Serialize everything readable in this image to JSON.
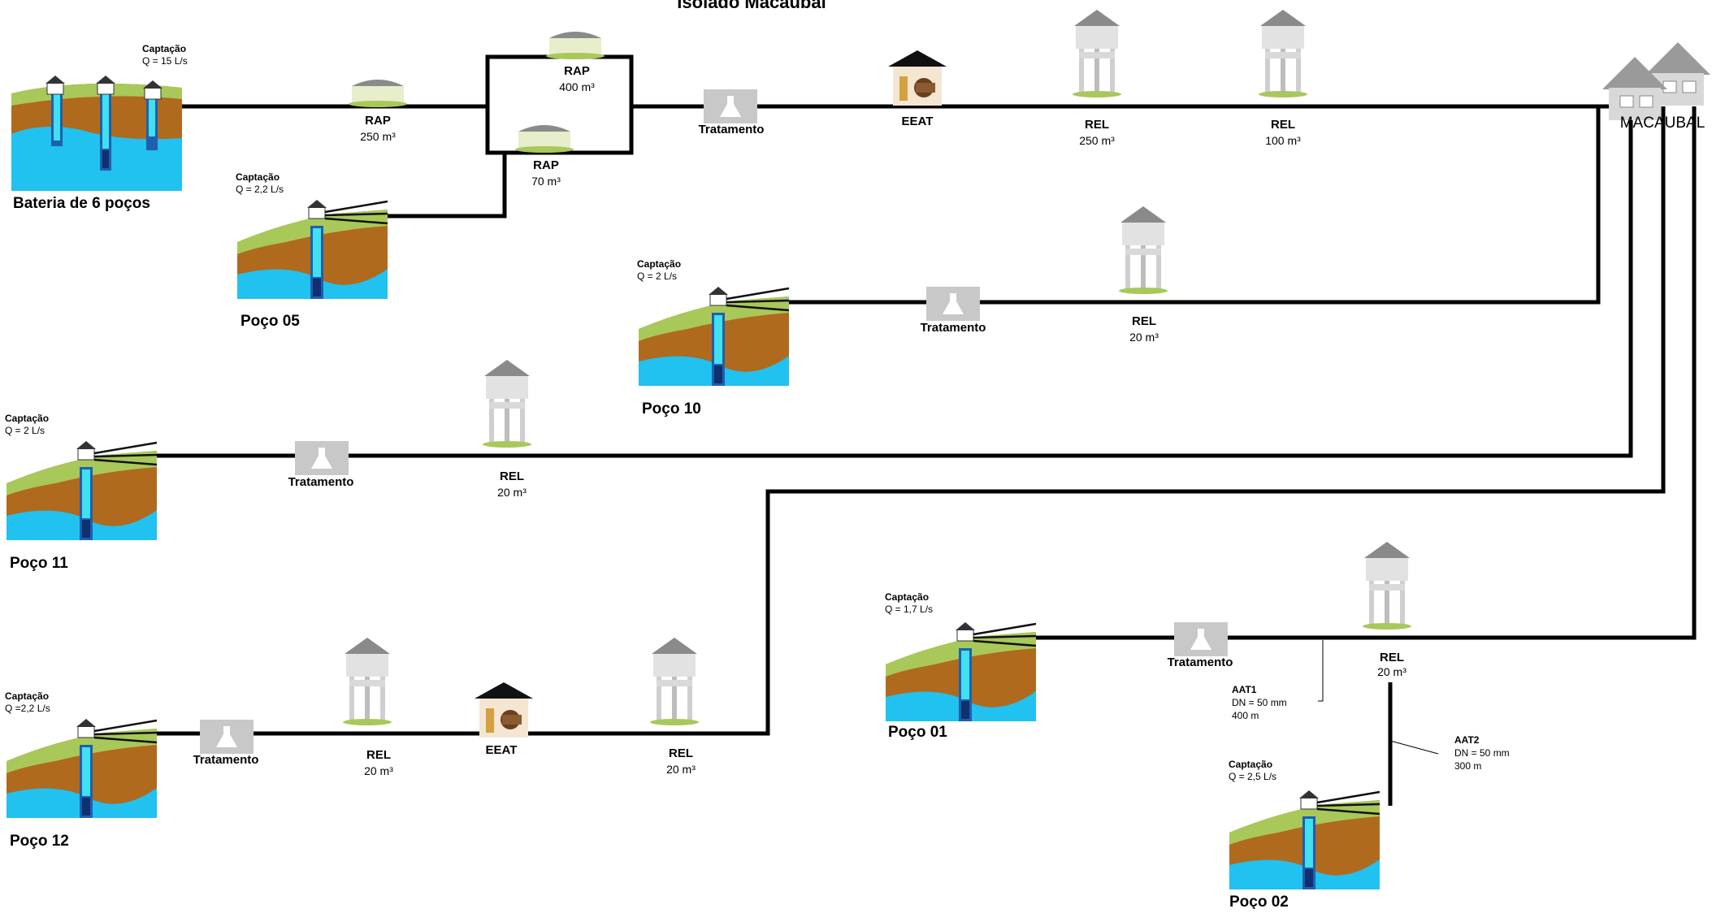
{
  "title_partial": "Isolado Macaubal",
  "colors": {
    "pipe": "#000000",
    "water": "#21c1f0",
    "soil": "#b06a1e",
    "grass": "#a8c85a",
    "tank": "#dadada",
    "roof": "#7f7f7f",
    "treatment_bg": "#c8c8c8"
  },
  "destination": {
    "label": "MACAUBAL",
    "icon": "houses-icon"
  },
  "sources": {
    "bateria": {
      "name": "Bateria de 6 poços",
      "cap_label": "Captação",
      "q": "Q = 15 L/s"
    },
    "poco05": {
      "name": "Poço 05",
      "cap_label": "Captação",
      "q": "Q = 2,2 L/s"
    },
    "poco10": {
      "name": "Poço 10",
      "cap_label": "Captação",
      "q": "Q = 2 L/s"
    },
    "poco11": {
      "name": "Poço 11",
      "cap_label": "Captação",
      "q": "Q = 2 L/s"
    },
    "poco12": {
      "name": "Poço 12",
      "cap_label": "Captação",
      "q": "Q =2,2  L/s"
    },
    "poco01": {
      "name": "Poço 01",
      "cap_label": "Captação",
      "q": "Q = 1,7 L/s"
    },
    "poco02": {
      "name": "Poço 02",
      "cap_label": "Captação",
      "q": "Q = 2,5 L/s"
    }
  },
  "reservoirs": {
    "rap250": {
      "type": "RAP",
      "vol": "250 m³"
    },
    "rap400": {
      "type": "RAP",
      "vol": "400 m³"
    },
    "rap70": {
      "type": "RAP",
      "vol": "70 m³"
    },
    "rel250": {
      "type": "REL",
      "vol": "250 m³"
    },
    "rel100": {
      "type": "REL",
      "vol": "100 m³"
    },
    "rel10": {
      "type": "REL",
      "vol": "20 m³"
    },
    "rel11": {
      "type": "REL",
      "vol": "20 m³"
    },
    "rel12a": {
      "type": "REL",
      "vol": "20 m³"
    },
    "rel12b": {
      "type": "REL",
      "vol": "20 m³"
    },
    "rel01": {
      "type": "REL",
      "vol": "20 m³"
    }
  },
  "stations": {
    "eeat1": {
      "label": "EEAT"
    },
    "eeat2": {
      "label": "EEAT"
    }
  },
  "treatments": {
    "t1": {
      "label": "Tratamento"
    },
    "t10": {
      "label": "Tratamento"
    },
    "t11": {
      "label": "Tratamento"
    },
    "t12": {
      "label": "Tratamento"
    },
    "t01": {
      "label": "Tratamento"
    }
  },
  "pipes": {
    "aat1": {
      "name": "AAT1",
      "dn": "DN = 50 mm",
      "len": "400 m"
    },
    "aat2": {
      "name": "AAT2",
      "dn": "DN = 50 mm",
      "len": "300 m"
    }
  }
}
